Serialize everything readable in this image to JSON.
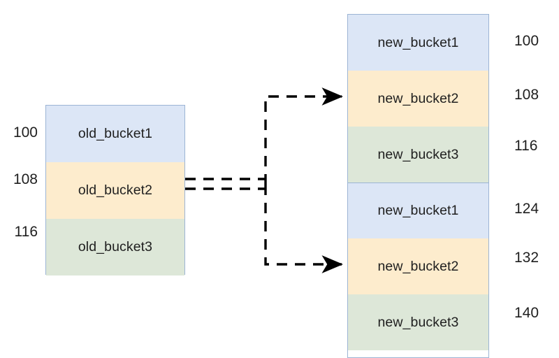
{
  "diagram": {
    "type": "memory-bucket-rehash-diagram",
    "background_color": "#ffffff",
    "palette": {
      "blue_fill": "#dce6f6",
      "orange_fill": "#fdeccd",
      "green_fill": "#dde7d8",
      "border": "#9cb4d4",
      "connector": "#000000",
      "text": "#1f1f1f"
    }
  },
  "old_table": {
    "name": "old-bucket-table",
    "rows": [
      {
        "label": "old_bucket1",
        "address": "100",
        "fill": "blue"
      },
      {
        "label": "old_bucket2",
        "address": "108",
        "fill": "orange"
      },
      {
        "label": "old_bucket3",
        "address": "116",
        "fill": "green"
      }
    ]
  },
  "new_table": {
    "name": "new-bucket-table",
    "rows": [
      {
        "label": "new_bucket1",
        "address": "100",
        "fill": "blue"
      },
      {
        "label": "new_bucket2",
        "address": "108",
        "fill": "orange"
      },
      {
        "label": "new_bucket3",
        "address": "116",
        "fill": "green"
      },
      {
        "label": "new_bucket1",
        "address": "124",
        "fill": "blue"
      },
      {
        "label": "new_bucket2",
        "address": "132",
        "fill": "orange"
      },
      {
        "label": "new_bucket3",
        "address": "140",
        "fill": "green"
      }
    ]
  },
  "connectors": {
    "style": "dashed",
    "source_row": "old_bucket2",
    "targets": [
      "new_bucket2 (108)",
      "new_bucket2 (132)"
    ],
    "arrowheads": 2
  }
}
